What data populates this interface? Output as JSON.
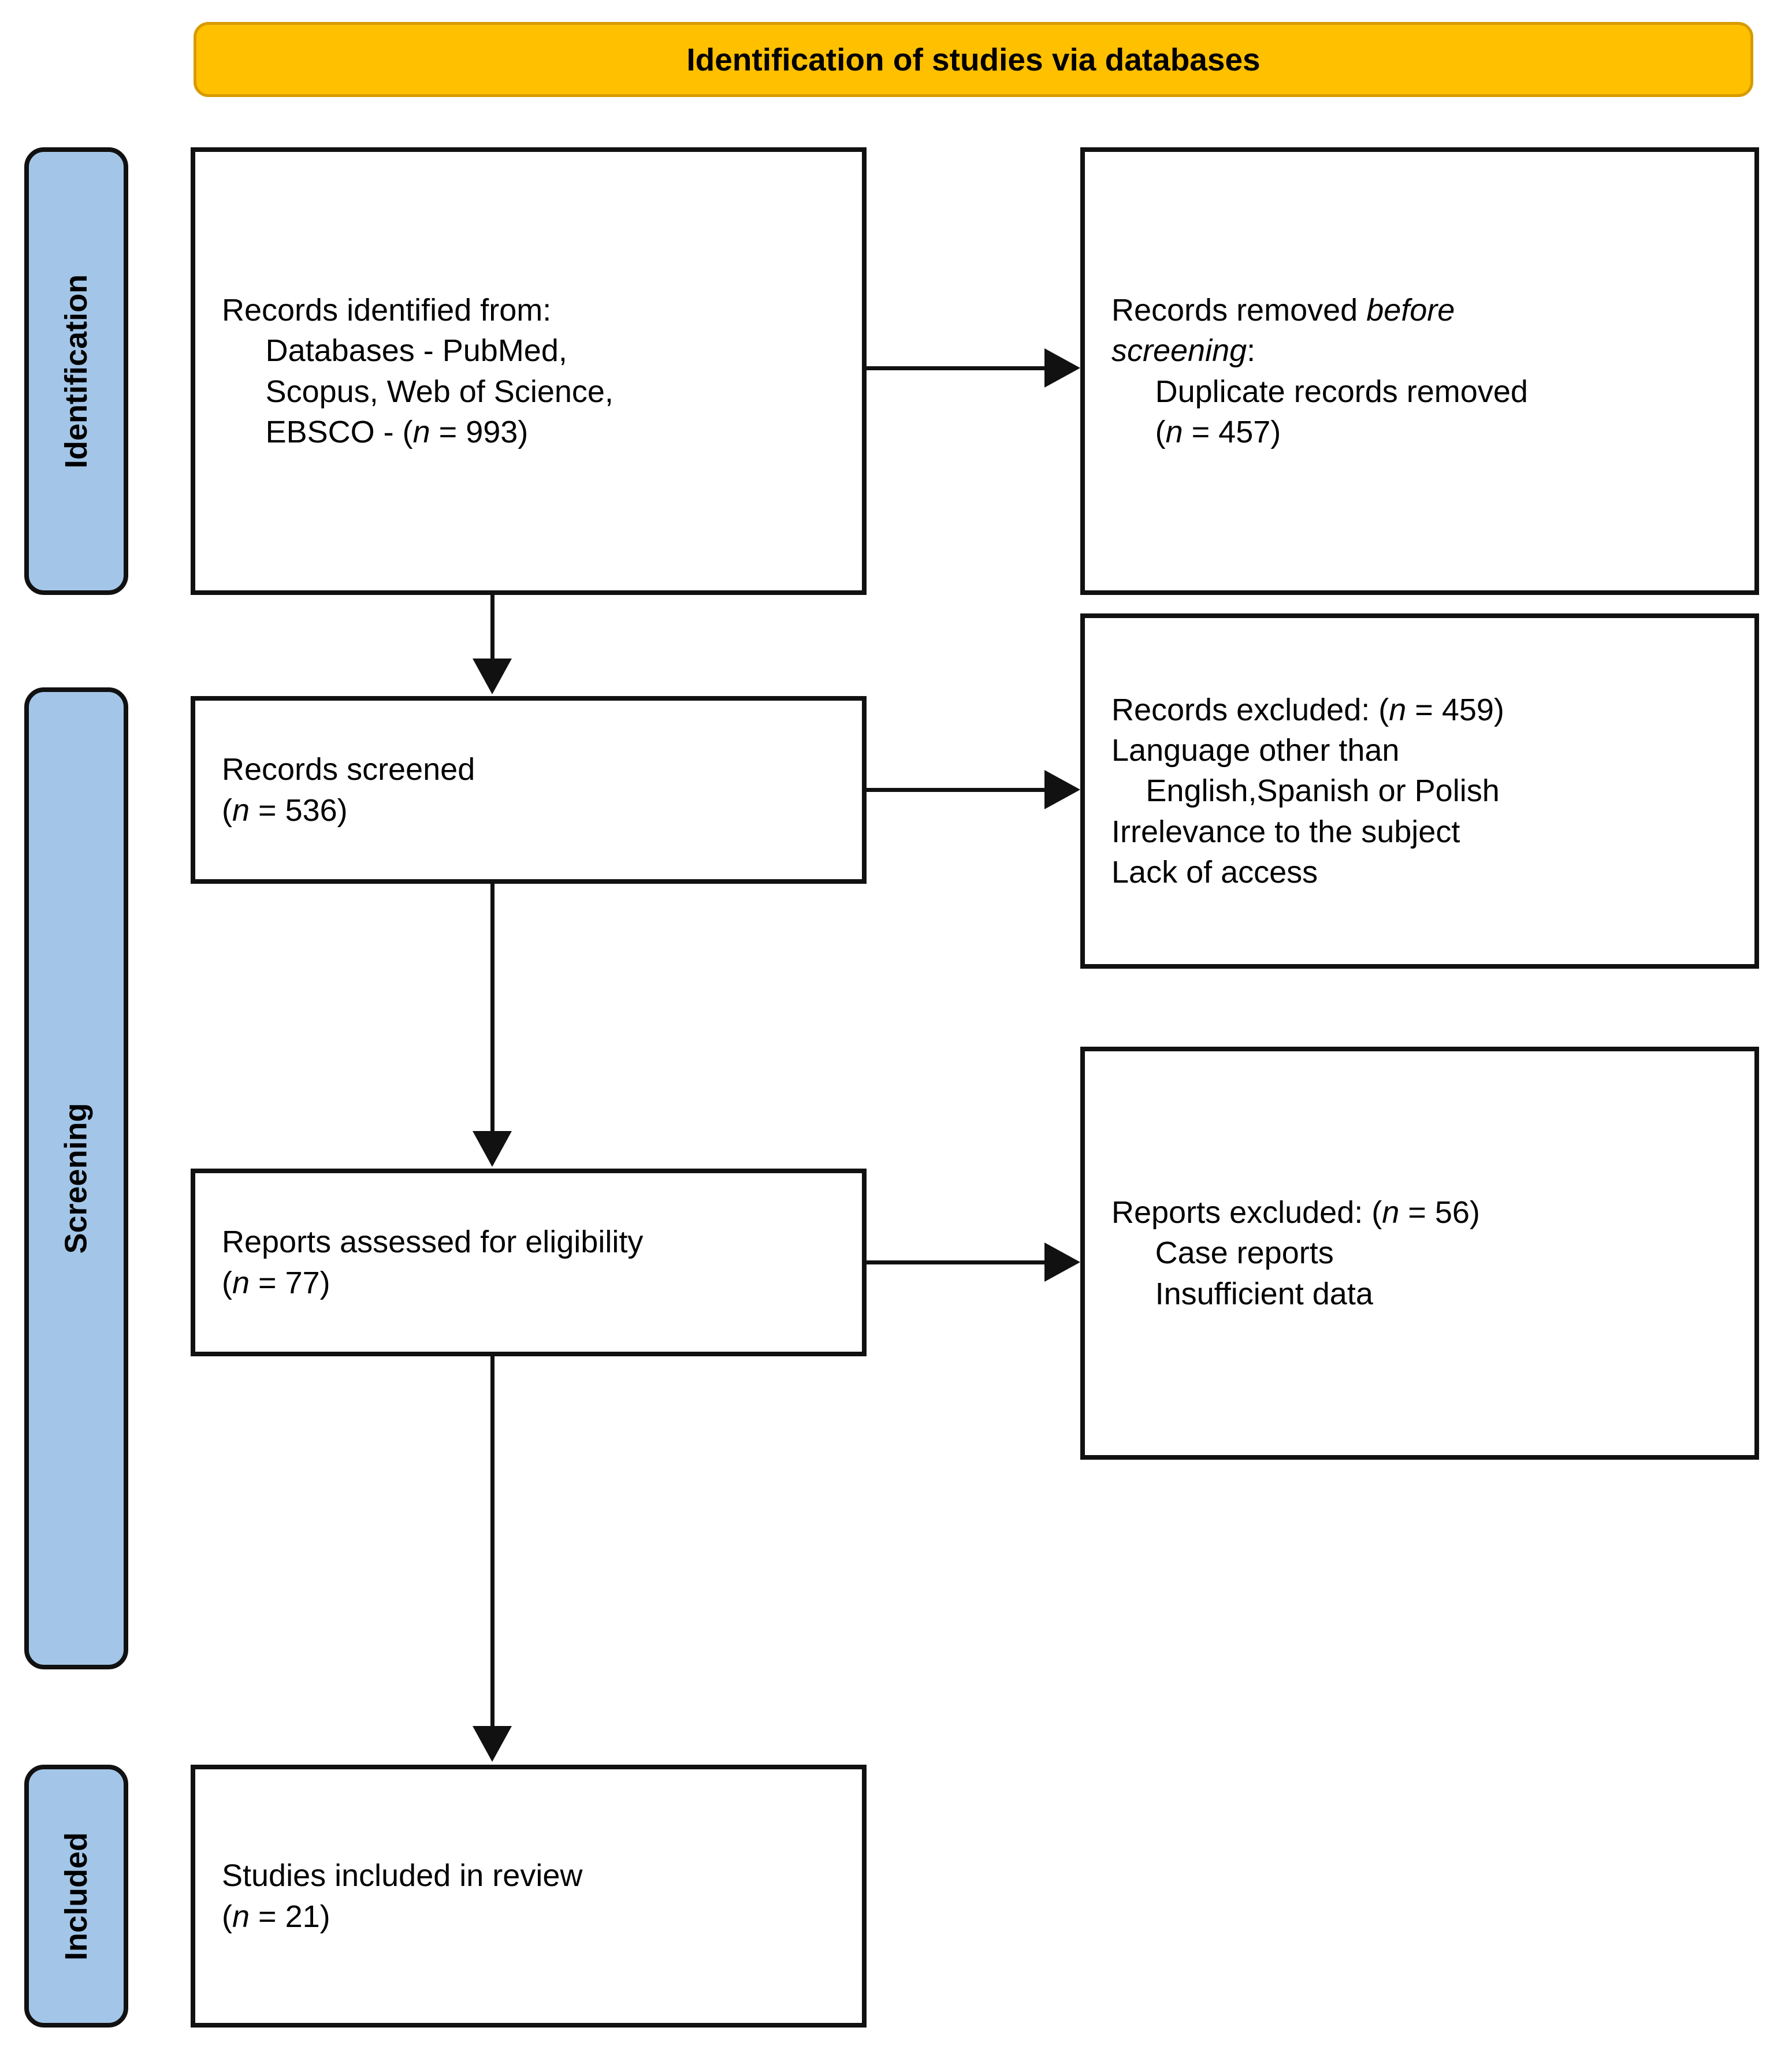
{
  "banner": {
    "title": "Identification of studies via databases",
    "fill_color": "#FFC000",
    "border_color": "#D79B00"
  },
  "stages": [
    {
      "label": "Identification",
      "fill_color": "#A3C6E8"
    },
    {
      "label": "Screening",
      "fill_color": "#A3C6E8"
    },
    {
      "label": "Included",
      "fill_color": "#A3C6E8"
    }
  ],
  "boxes": {
    "records_identified": {
      "line1": "Records identified from:",
      "line2": "Databases - PubMed,",
      "line3": "Scopus, Web of Science,",
      "line4_prefix": "EBSCO - (",
      "line4_n": "n",
      "line4_suffix": " = 993)"
    },
    "records_removed": {
      "line1_prefix": "Records removed ",
      "line1_italic": "before",
      "line2_italic": "screening",
      "line2_suffix": ":",
      "line3": "Duplicate records removed",
      "line4_prefix": "(",
      "line4_n": "n",
      "line4_suffix": " = 457)"
    },
    "records_screened": {
      "line1": "Records screened",
      "line2_prefix": "(",
      "line2_n": "n",
      "line2_suffix": " = 536)"
    },
    "records_excluded": {
      "line1_prefix": "Records excluded: (",
      "line1_n": "n",
      "line1_suffix": " = 459)",
      "line2": "Language other than",
      "line3": "English,Spanish or Polish",
      "line4": "Irrelevance to the subject",
      "line5": "Lack of access"
    },
    "reports_assessed": {
      "line1": "Reports assessed for eligibility",
      "line2_prefix": "(",
      "line2_n": "n",
      "line2_suffix": " = 77)"
    },
    "reports_excluded": {
      "line1_prefix": "Reports excluded: (",
      "line1_n": "n",
      "line1_suffix": " = 56)",
      "line2": "Case reports",
      "line3": "Insufficient data"
    },
    "studies_included": {
      "line1": "Studies included in review",
      "line2_prefix": "(",
      "line2_n": "n",
      "line2_suffix": " = 21)"
    }
  },
  "chart_data": {
    "type": "diagram",
    "title": "Identification of studies via databases",
    "diagram_kind": "PRISMA 2020 flow diagram",
    "stages": [
      "Identification",
      "Screening",
      "Included"
    ],
    "nodes": [
      {
        "id": "records_identified",
        "stage": "Identification",
        "label": "Records identified from: Databases - PubMed, Scopus, Web of Science, EBSCO",
        "n": 993
      },
      {
        "id": "records_removed",
        "stage": "Identification",
        "label": "Records removed before screening: Duplicate records removed",
        "n": 457
      },
      {
        "id": "records_screened",
        "stage": "Screening",
        "label": "Records screened",
        "n": 536
      },
      {
        "id": "records_excluded",
        "stage": "Screening",
        "label": "Records excluded",
        "n": 459,
        "reasons": [
          "Language other than English,Spanish or Polish",
          "Irrelevance to the subject",
          "Lack of access"
        ]
      },
      {
        "id": "reports_assessed",
        "stage": "Screening",
        "label": "Reports assessed for eligibility",
        "n": 77
      },
      {
        "id": "reports_excluded",
        "stage": "Screening",
        "label": "Reports excluded",
        "n": 56,
        "reasons": [
          "Case reports",
          "Insufficient data"
        ]
      },
      {
        "id": "studies_included",
        "stage": "Included",
        "label": "Studies included in review",
        "n": 21
      }
    ],
    "edges": [
      {
        "from": "records_identified",
        "to": "records_removed",
        "direction": "right"
      },
      {
        "from": "records_identified",
        "to": "records_screened",
        "direction": "down"
      },
      {
        "from": "records_screened",
        "to": "records_excluded",
        "direction": "right"
      },
      {
        "from": "records_screened",
        "to": "reports_assessed",
        "direction": "down"
      },
      {
        "from": "reports_assessed",
        "to": "reports_excluded",
        "direction": "right"
      },
      {
        "from": "reports_assessed",
        "to": "studies_included",
        "direction": "down"
      }
    ]
  }
}
